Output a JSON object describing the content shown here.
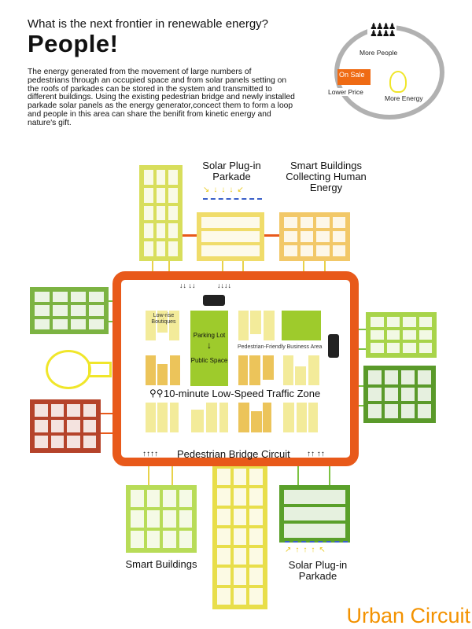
{
  "header": {
    "question": "What is the next frontier in renewable energy?",
    "title": "People!",
    "paragraph": "The energy generated from the movement of large numbers of pedestrians through an occupied space and from solar panels setting on the roofs of parkades can be stored in the system and transmitted to different buildings. Using the existing pedestrian bridge and newly installed parkade solar panels as the energy generator,concect them to form a loop and people in this area can share the benifit from kinetic energy and nature's gift."
  },
  "cycle": {
    "more_people": "More People",
    "on_sale": "On Sale",
    "lower_price": "Lower Price",
    "more_energy": "More Energy"
  },
  "map": {
    "solar_parkade_top": "Solar Plug-in Parkade",
    "smart_buildings_top": "Smart Buildings Collecting Human Energy",
    "low_rise": "Low-rise Boutiques",
    "parking_lot": "Parking Lot",
    "down_arrow": "↓",
    "public_space": "Public Space",
    "business_area": "Pedestrian-Friendly Business Area",
    "traffic_zone": "10-minute Low-Speed Traffic Zone",
    "bridge_circuit": "Pedestrian Bridge Circuit",
    "smart_buildings_bottom": "Smart Buildings",
    "solar_parkade_bottom": "Solar Plug-in Parkade"
  },
  "brand": "Urban Circuit",
  "colors": {
    "ring": "#e8591a",
    "brand": "#f39200",
    "green": "#9ecb2c",
    "yellow": "#f3eb9a",
    "amber": "#ecc45a",
    "red": "#b5432a"
  }
}
